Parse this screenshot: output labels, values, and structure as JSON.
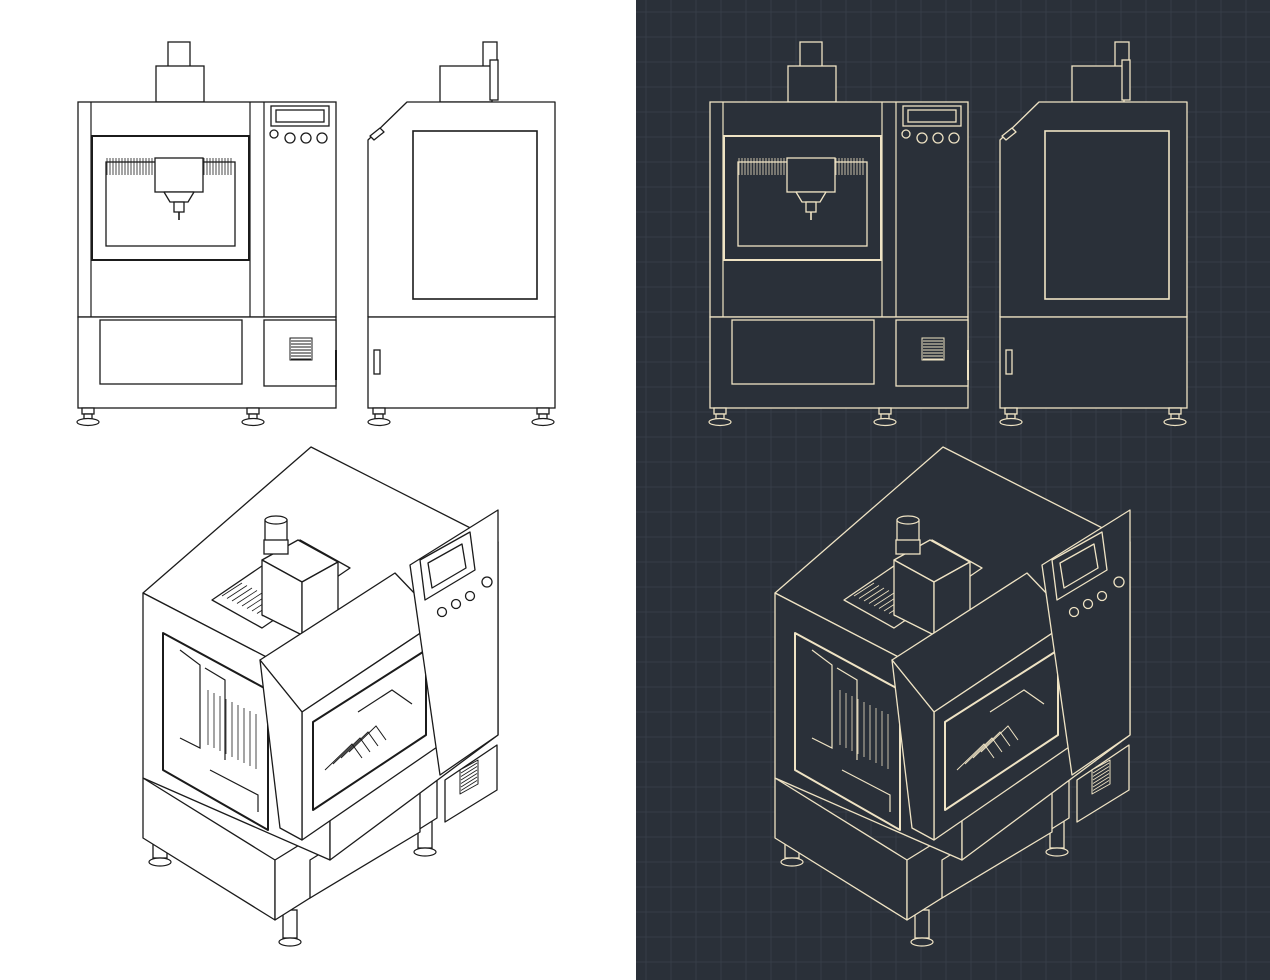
{
  "theme": {
    "light": {
      "background": "#ffffff",
      "stroke": "#1b1b1b",
      "fill": "#ffffff",
      "glass": "#ffffff"
    },
    "dark": {
      "background": "#2a3039",
      "stroke": "#efe3c4",
      "fill": "#2a3039",
      "glass": "#2a3039",
      "grid": "#363d47"
    }
  },
  "panels": [
    {
      "id": "light-blueprint",
      "variant": "light",
      "views": [
        "front-view",
        "side-view",
        "isometric-view"
      ]
    },
    {
      "id": "dark-blueprint",
      "variant": "dark",
      "views": [
        "front-view",
        "side-view",
        "isometric-view"
      ]
    }
  ],
  "icons": [
    "control-panel-display-icon",
    "control-knob-icon",
    "vent-grille-icon",
    "door-handle-icon",
    "spindle-motor-icon",
    "leveling-foot-icon"
  ]
}
